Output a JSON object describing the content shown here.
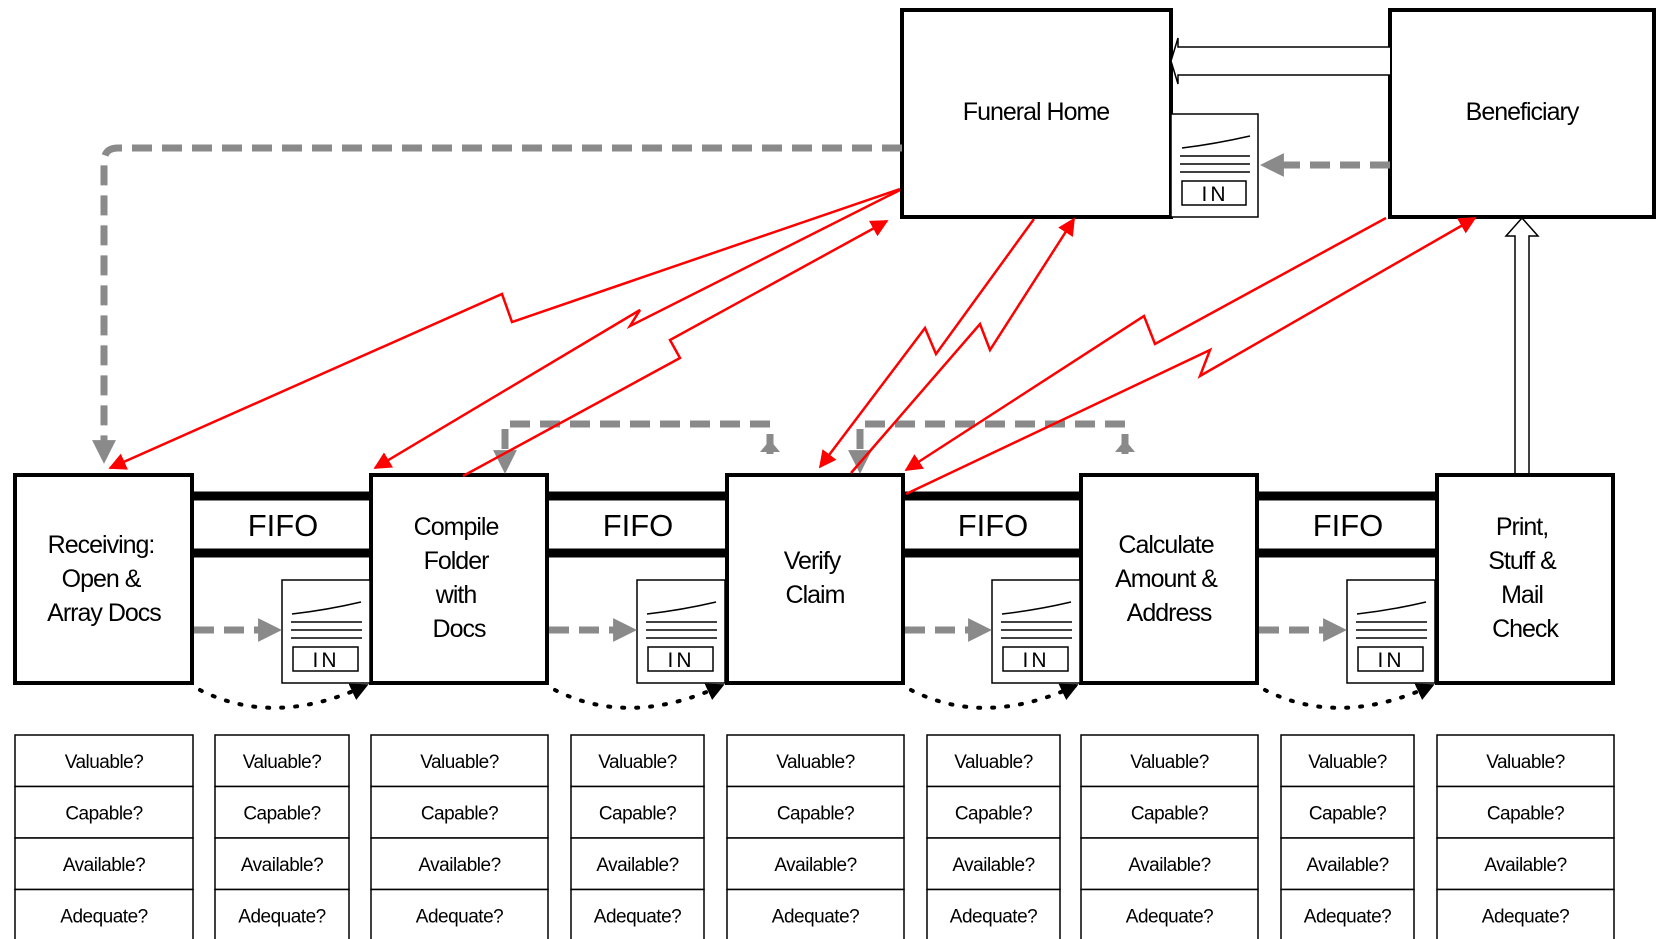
{
  "external_entities": [
    {
      "id": "funeral-home",
      "label": "Funeral Home"
    },
    {
      "id": "beneficiary",
      "label": "Beneficiary"
    }
  ],
  "processes": [
    {
      "id": "receiving",
      "lines": [
        "Receiving:",
        "Open &",
        "Array Docs"
      ]
    },
    {
      "id": "compile",
      "lines": [
        "Compile",
        "Folder",
        "with",
        "Docs"
      ]
    },
    {
      "id": "verify",
      "lines": [
        "Verify",
        "Claim"
      ]
    },
    {
      "id": "calculate",
      "lines": [
        "Calculate",
        "Amount &",
        "Address"
      ]
    },
    {
      "id": "print",
      "lines": [
        "Print,",
        "Stuff &",
        "Mail",
        "Check"
      ]
    }
  ],
  "fifo_label": "FIFO",
  "inbox_label": "IN",
  "checklist": [
    "Valuable?",
    "Capable?",
    "Available?",
    "Adequate?"
  ],
  "colors": {
    "electronic_flow": "#ff0000",
    "push_flow": "#8a8a8a",
    "box_border": "#000000"
  }
}
